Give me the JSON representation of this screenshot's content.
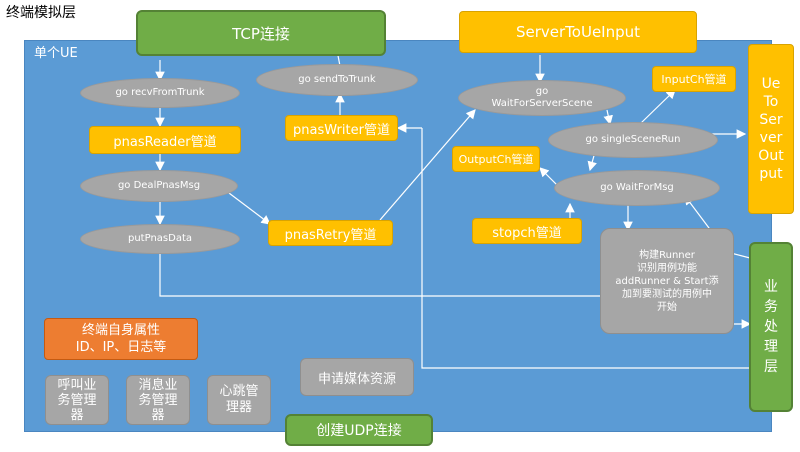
{
  "title": "终端模拟层",
  "ue_label": "单个UE",
  "tcp": "TCP连接",
  "server_to_ue_input": "ServerToUeInput",
  "ue_to_server_output": [
    "Ue",
    "To",
    "Ser",
    "ver",
    "Out",
    "put"
  ],
  "go_recv_from_trunk": "go recvFromTrunk",
  "go_send_to_trunk": "go sendToTrunk",
  "pnas_reader": "pnasReader管道",
  "pnas_writer": "pnasWriter管道",
  "go_deal_pnas_msg": "go DealPnasMsg",
  "put_pnas_data": "putPnasData",
  "pnas_retry": "pnasRetry管道",
  "go_wait_for_server_scene": [
    "go",
    "WaitForServerScene"
  ],
  "input_ch": "InputCh管道",
  "go_single_scene_run": "go singleSceneRun",
  "output_ch": "OutputCh管道",
  "go_wait_for_msg": "go WaitForMsg",
  "stopch": "stopch管道",
  "runner_box": [
    "构建Runner",
    "识别用例功能",
    "addRunner & Start添",
    "加到要测试的用例中",
    "开始"
  ],
  "business_layer": [
    "业",
    "务",
    "处",
    "理",
    "层"
  ],
  "terminal_attrs": [
    "终端自身属性",
    "ID、IP、日志等"
  ],
  "call_mgr": [
    "呼叫业",
    "务管理",
    "器"
  ],
  "msg_mgr": [
    "消息业",
    "务管理",
    "器"
  ],
  "heartbeat_mgr": [
    "心跳管",
    "理器"
  ],
  "media_req": "申请媒体资源",
  "udp": "创建UDP连接"
}
